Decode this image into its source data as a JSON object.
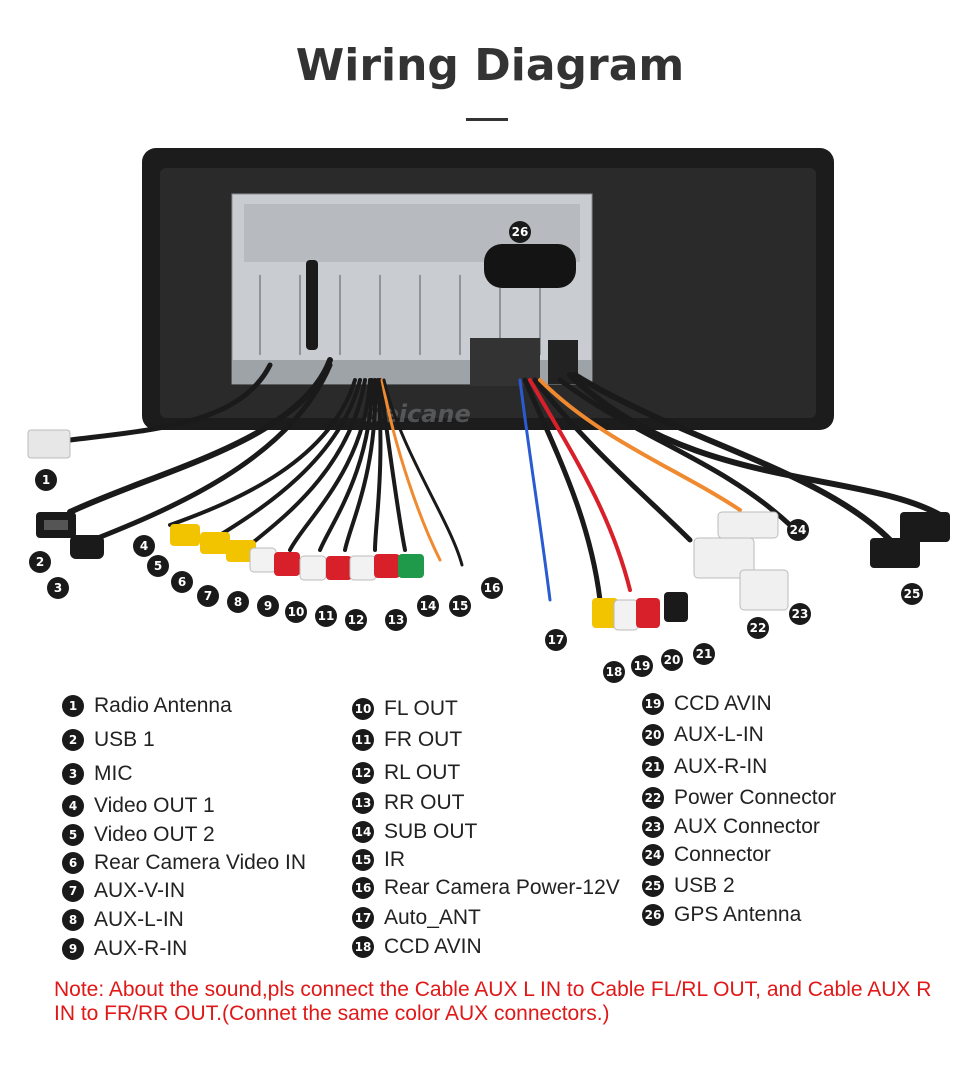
{
  "title": "Wiring Diagram",
  "watermark": "Seicane",
  "diagram_labels": [
    "1",
    "2",
    "3",
    "4",
    "5",
    "6",
    "7",
    "8",
    "9",
    "10",
    "11",
    "12",
    "13",
    "14",
    "15",
    "16",
    "17",
    "18",
    "19",
    "20",
    "21",
    "22",
    "23",
    "24",
    "25",
    "26"
  ],
  "legend": [
    {
      "num": "1",
      "label": "Radio Antenna"
    },
    {
      "num": "2",
      "label": "USB 1"
    },
    {
      "num": "3",
      "label": "MIC"
    },
    {
      "num": "4",
      "label": "Video OUT 1"
    },
    {
      "num": "5",
      "label": "Video OUT 2"
    },
    {
      "num": "6",
      "label": "Rear Camera Video IN"
    },
    {
      "num": "7",
      "label": "AUX-V-IN"
    },
    {
      "num": "8",
      "label": "AUX-L-IN"
    },
    {
      "num": "9",
      "label": "AUX-R-IN"
    },
    {
      "num": "10",
      "label": "FL OUT"
    },
    {
      "num": "11",
      "label": "FR OUT"
    },
    {
      "num": "12",
      "label": "RL OUT"
    },
    {
      "num": "13",
      "label": "RR OUT"
    },
    {
      "num": "14",
      "label": "SUB OUT"
    },
    {
      "num": "15",
      "label": "IR"
    },
    {
      "num": "16",
      "label": "Rear Camera Power-12V"
    },
    {
      "num": "17",
      "label": "Auto_ANT"
    },
    {
      "num": "18",
      "label": "CCD AVIN"
    },
    {
      "num": "19",
      "label": "CCD AVIN"
    },
    {
      "num": "20",
      "label": "AUX-L-IN"
    },
    {
      "num": "21",
      "label": "AUX-R-IN"
    },
    {
      "num": "22",
      "label": "Power Connector"
    },
    {
      "num": "23",
      "label": "AUX Connector"
    },
    {
      "num": "24",
      "label": "Connector"
    },
    {
      "num": "25",
      "label": "USB 2"
    },
    {
      "num": "26",
      "label": "GPS Antenna"
    }
  ],
  "note": "Note: About the sound,pls connect the Cable AUX L IN to Cable FL/RL OUT, and Cable AUX R IN to  FR/RR OUT.(Connet the same color AUX connectors.)",
  "colors": {
    "badge": "#1a1a1a",
    "note": "#e01818",
    "rca_yellow": "#f2c400",
    "rca_red": "#d8202a",
    "rca_white": "#f2f2f2",
    "rca_green": "#1f9a4a",
    "wire_orange": "#f08a30",
    "wire_blue": "#2a5bd0"
  }
}
